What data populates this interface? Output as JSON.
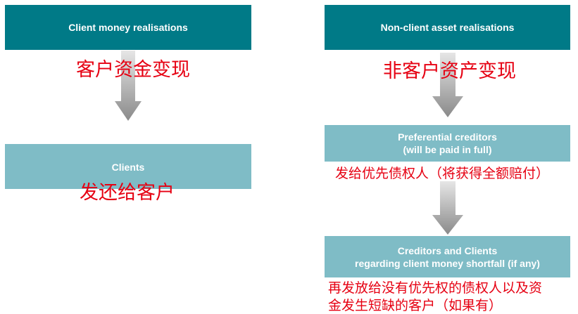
{
  "left": {
    "top_box": "Client money realisations",
    "top_box_cn": "客户资金变现",
    "bottom_box": "Clients",
    "bottom_box_cn": "发还给客户"
  },
  "right": {
    "top_box": "Non-client asset realisations",
    "top_box_cn": "非客户资产变现",
    "middle_box_line1": "Preferential creditors",
    "middle_box_line2": "(will be paid in full)",
    "middle_box_cn": "发给优先债权人（将获得全额赔付）",
    "bottom_box_line1": "Creditors and Clients",
    "bottom_box_line2": "regarding client money shortfall (if any)",
    "bottom_box_cn_line1": "再发放给没有优先权的债权人以及资",
    "bottom_box_cn_line2": "金发生短缺的客户（如果有）"
  },
  "colors": {
    "dark_box": "#007a87",
    "light_box": "#7fbcc6",
    "chinese_text": "#e60012",
    "arrow": "#8c8c8c"
  }
}
